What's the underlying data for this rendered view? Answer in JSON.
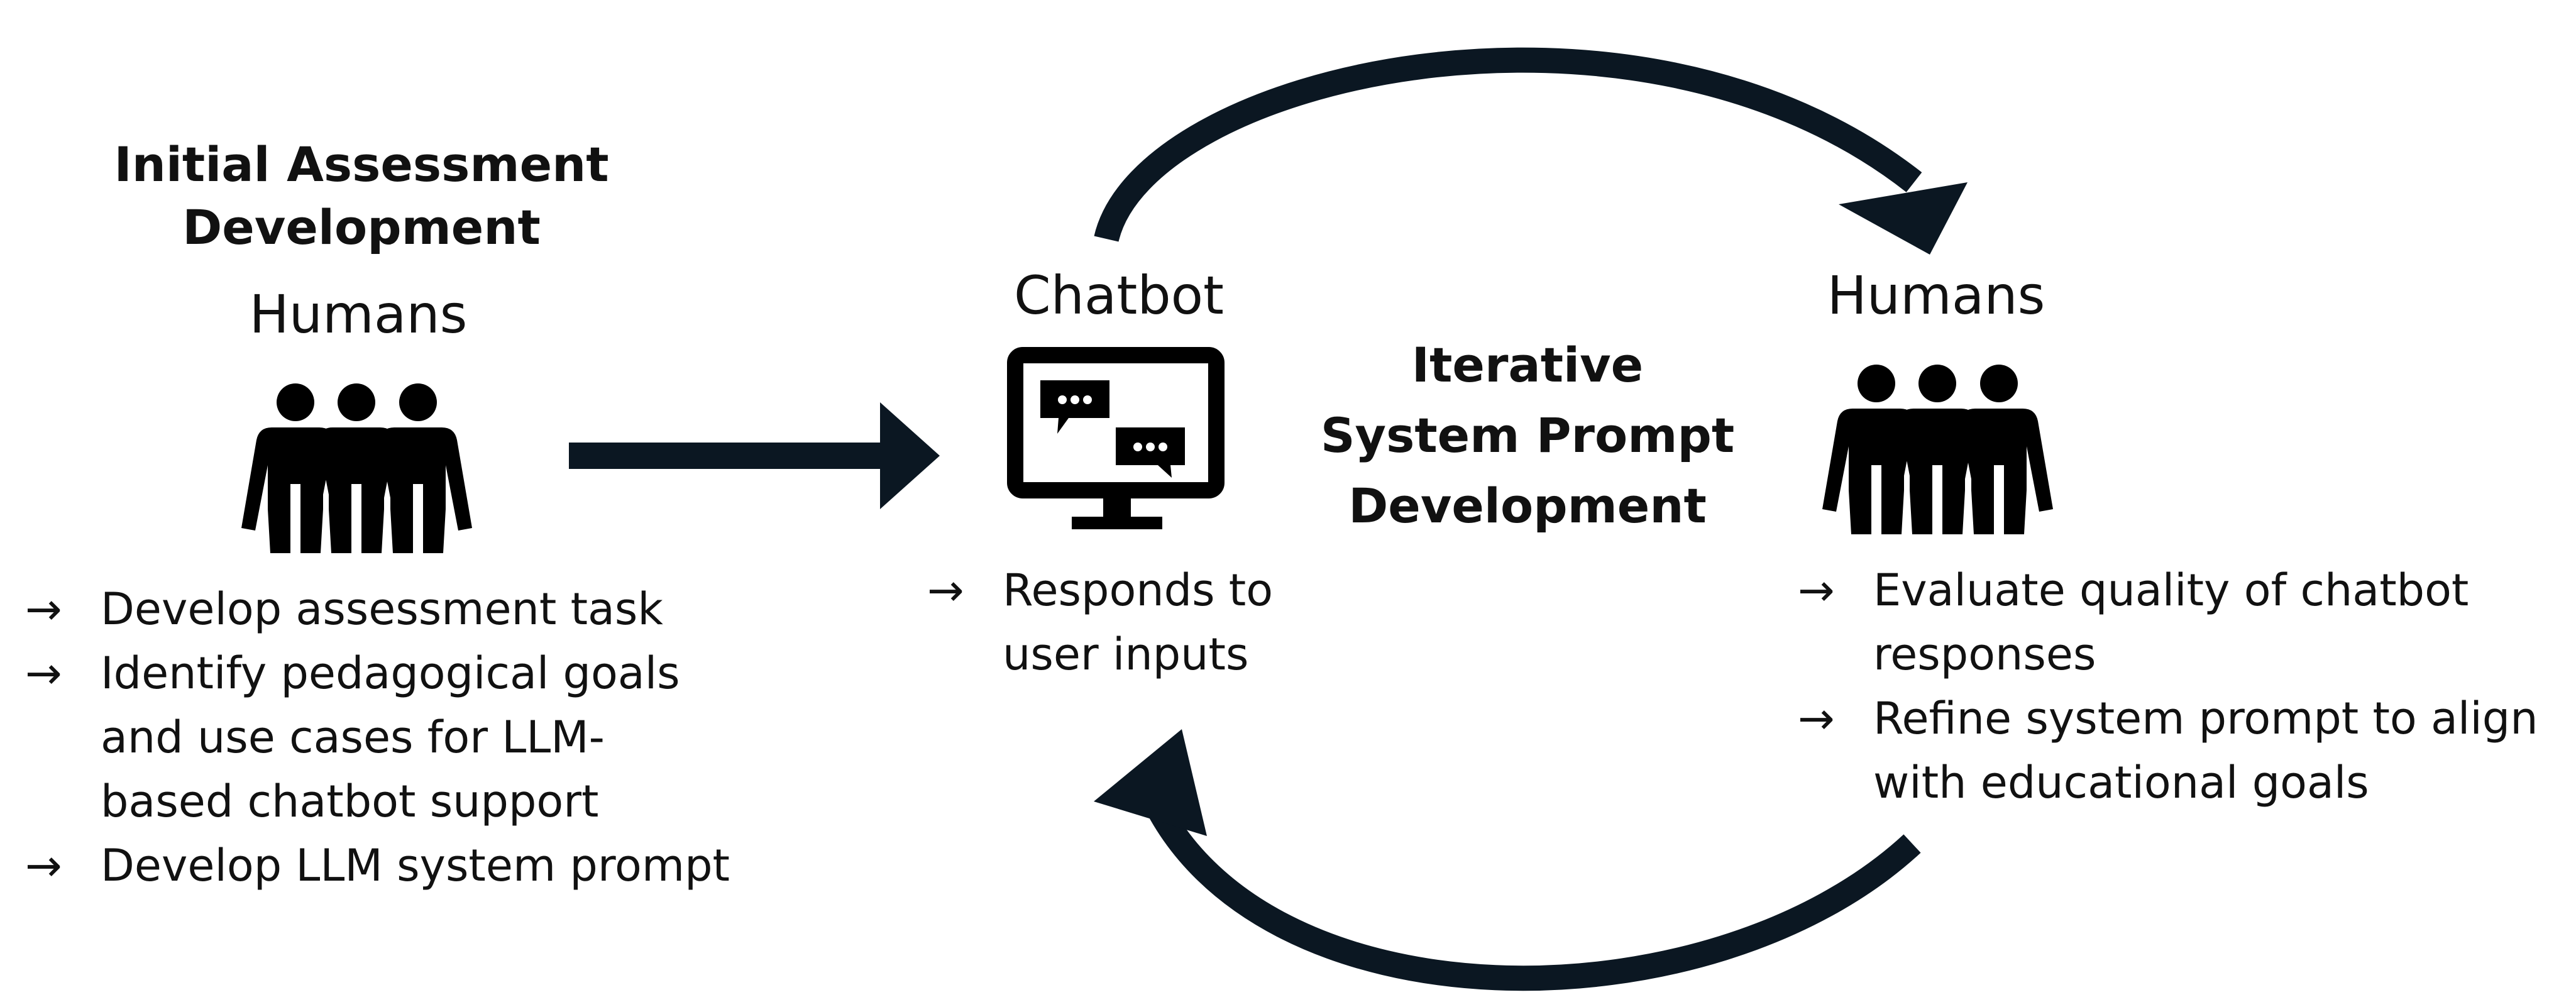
{
  "left": {
    "title": [
      "Initial Assessment",
      "Development"
    ],
    "actor": "Humans",
    "items": [
      [
        "Develop assessment task"
      ],
      [
        "Identify pedagogical goals",
        "and use cases for LLM-",
        "based chatbot support"
      ],
      [
        "Develop LLM system prompt"
      ]
    ]
  },
  "center": {
    "actor": "Chatbot",
    "items": [
      [
        "Responds to",
        "user inputs"
      ]
    ]
  },
  "loop": {
    "title": [
      "Iterative",
      "System Prompt",
      "Development"
    ]
  },
  "right": {
    "actor": "Humans",
    "items": [
      [
        "Evaluate quality of chatbot",
        "responses"
      ],
      [
        "Refine system prompt to align",
        "with educational goals"
      ]
    ]
  },
  "bullet_glyph": "→",
  "colors": {
    "arrow": "#0b1722",
    "text": "#111111",
    "icon": "#000000"
  }
}
